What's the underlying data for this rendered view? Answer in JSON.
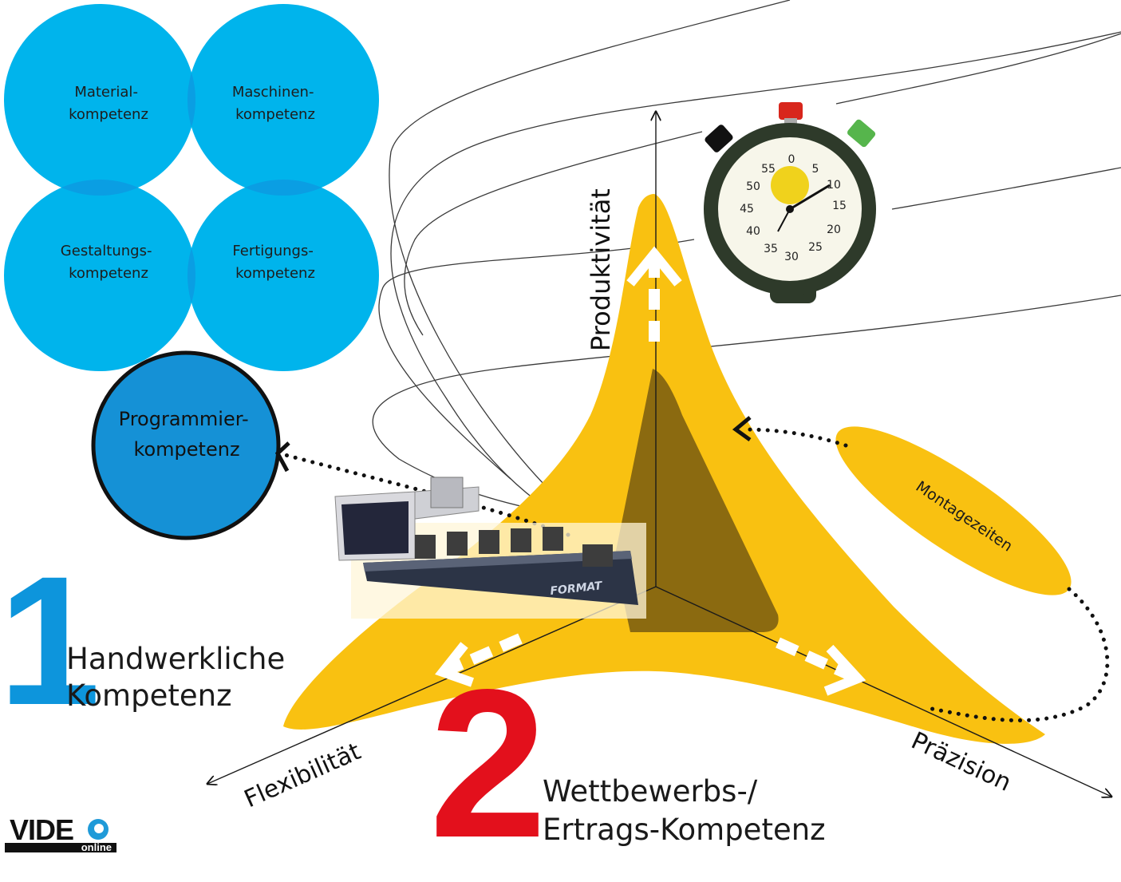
{
  "competencies": {
    "material": [
      "Material-",
      "kompetenz"
    ],
    "maschine": [
      "Maschinen-",
      "kompetenz"
    ],
    "gestaltung": [
      "Gestaltungs-",
      "kompetenz"
    ],
    "fertigung": [
      "Fertigungs-",
      "kompetenz"
    ],
    "programmier": [
      "Programmier-",
      "kompetenz"
    ]
  },
  "axes": {
    "y": "Produktivität",
    "left": "Flexibilität",
    "right": "Präzision"
  },
  "bubble": "Montagezeiten",
  "section1": {
    "number": "1",
    "lines": [
      "Handwerkliche",
      "Kompetenz"
    ]
  },
  "section2": {
    "number": "2",
    "lines": [
      "Wettbewerbs-/",
      "Ertrags-Kompetenz"
    ]
  },
  "machine_brand": "FORMAT",
  "stopwatch_numbers": [
    "55",
    "0",
    "5",
    "50",
    "10",
    "45",
    "15",
    "40",
    "20",
    "35",
    "30",
    "25"
  ],
  "logo": {
    "main": "VIDE",
    "sub": "online"
  },
  "colors": {
    "circle_light": "#00b4ec",
    "circle_overlap": "#0aa0e2",
    "circle_programmier": "#1591d6",
    "star_yellow": "#f9c111",
    "triangle_brown": "#8b6a10",
    "number1_blue": "#0d95dc",
    "number2_red": "#e3101c",
    "stopwatch_case": "#2e3a2a",
    "stopwatch_face": "#f7f6ea",
    "stopwatch_dial": "#f0d21c"
  }
}
